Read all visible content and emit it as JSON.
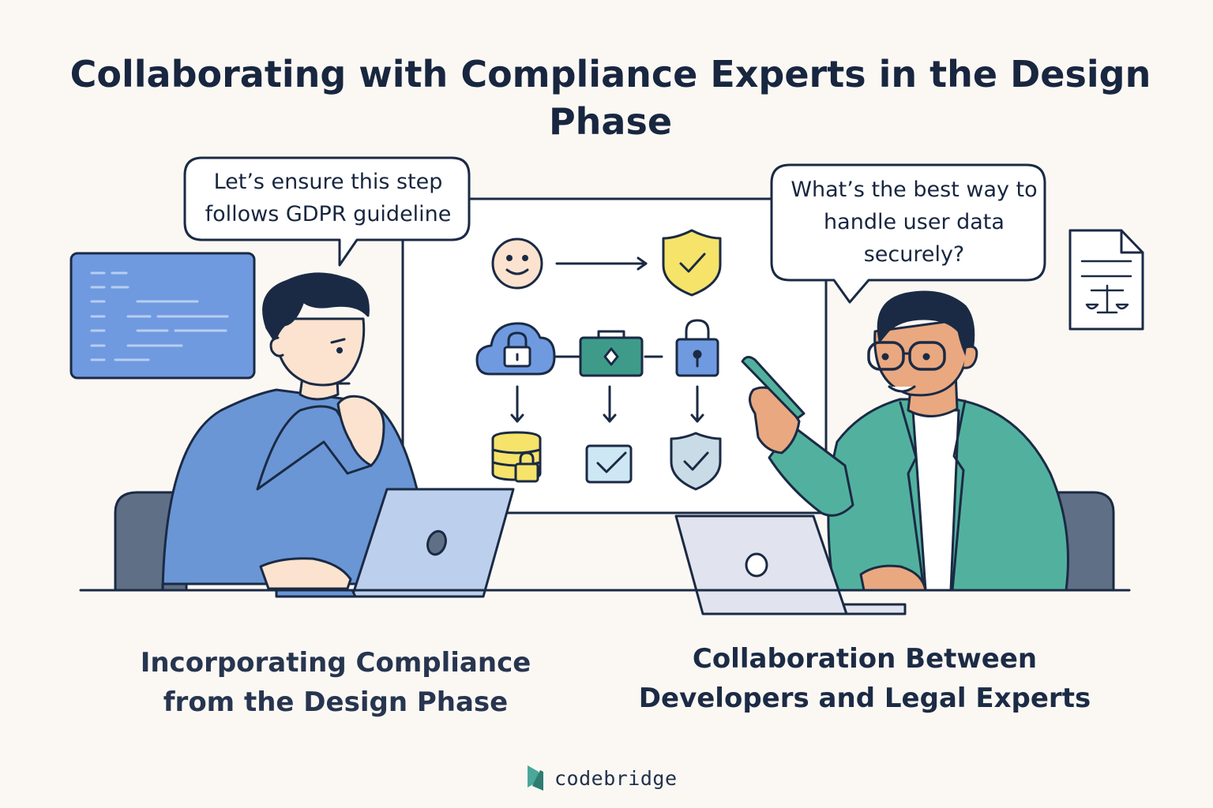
{
  "title": "Collaborating with Compliance Experts in the Design Phase",
  "left_bubble": "Let’s ensure this step follows GDPR guideline",
  "right_bubble": "What’s the best way to handle user data securely?",
  "left_caption": "Incorporating Compliance from the Design Phase",
  "right_caption": "Collaboration Between Developers and Legal Experts",
  "brand": {
    "name": "codebridge",
    "color": "#4aa79a"
  },
  "colors": {
    "background": "#fbf8f4",
    "outline": "#1b2a44",
    "developer_shirt": "#6a96d6",
    "expert_jacket": "#52b19e",
    "code_panel": "#6f9ae0",
    "shield": "#f5e36a",
    "cloud": "#6f9ae0",
    "teal": "#3e9b8a"
  },
  "icons": [
    "code-panel-icon",
    "smiley-icon",
    "shield-check-icon",
    "cloud-lock-icon",
    "briefcase-icon",
    "padlock-icon",
    "database-lock-icon",
    "checkbox-icon",
    "shield-outline-check-icon",
    "legal-document-icon",
    "codebridge-logo-icon"
  ]
}
